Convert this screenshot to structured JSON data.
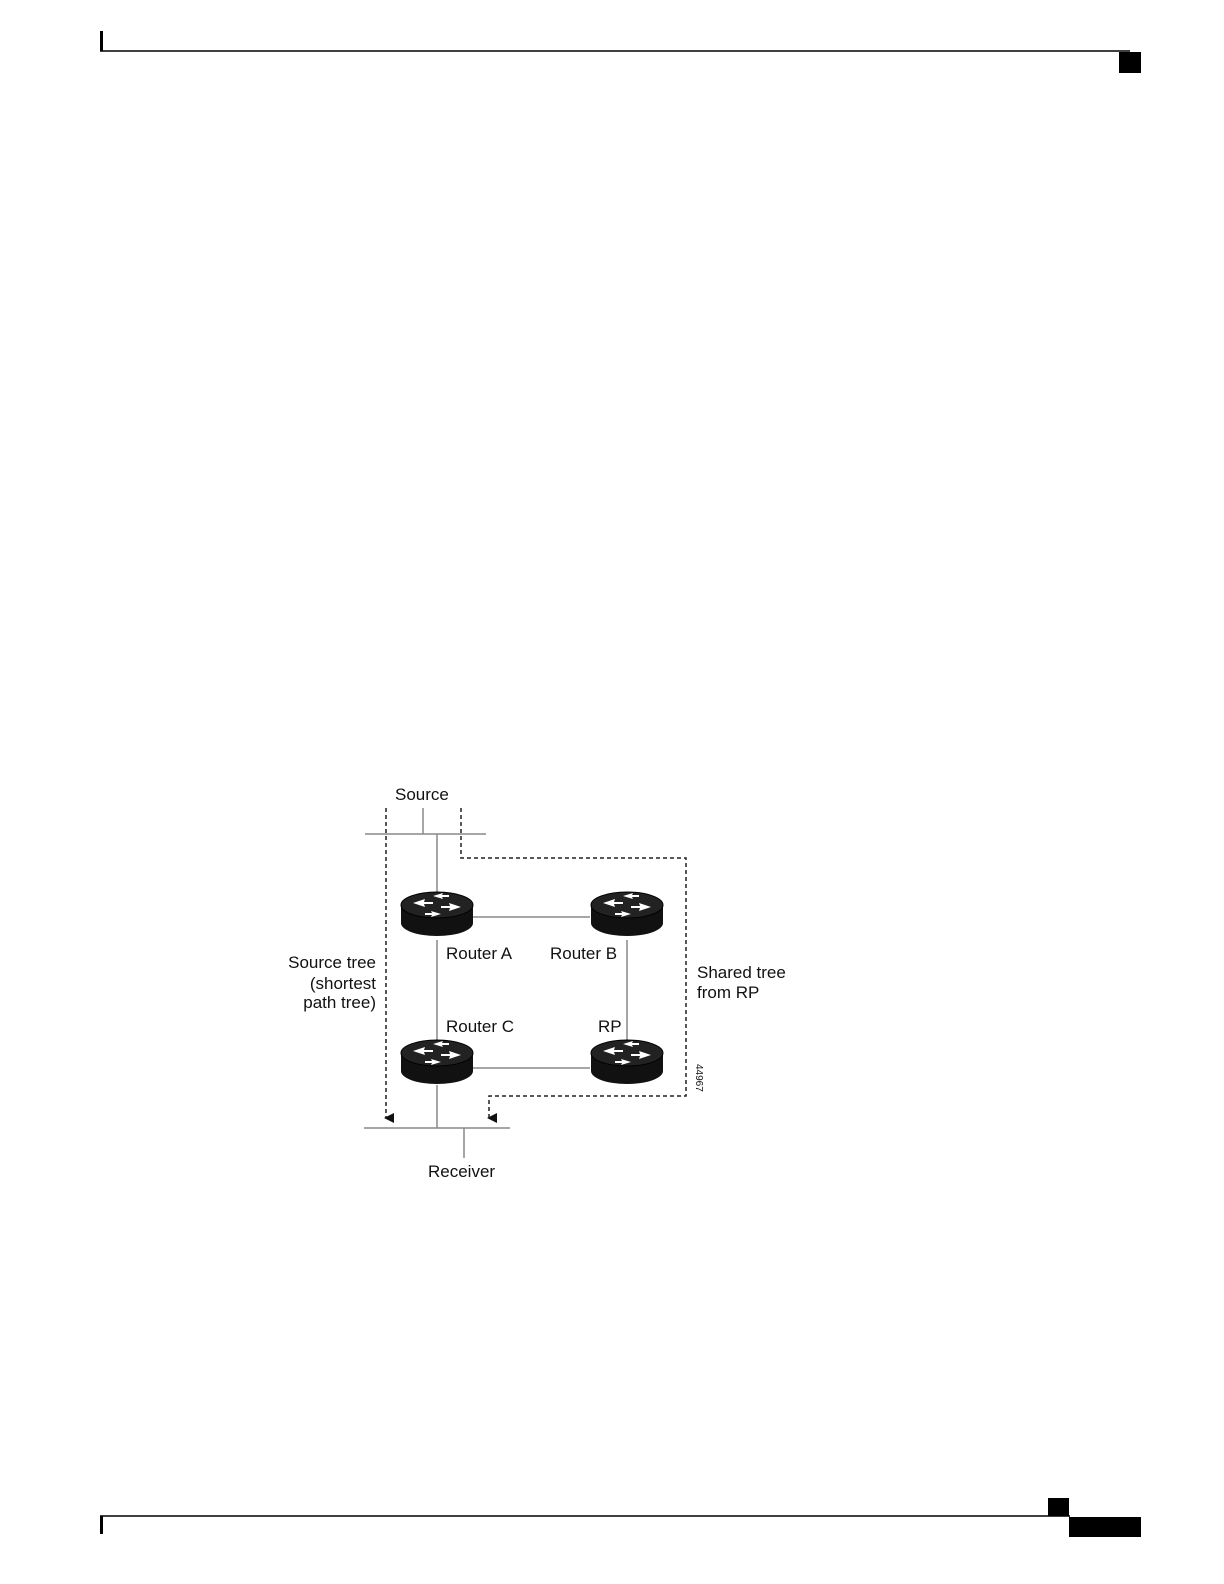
{
  "diagram": {
    "labels": {
      "source": "Source",
      "receiver": "Receiver",
      "router_a": "Router A",
      "router_b": "Router B",
      "router_c": "Router C",
      "rp": "RP",
      "source_tree_line1": "Source tree",
      "source_tree_line2": "(shortest",
      "source_tree_line3": "path tree)",
      "shared_tree_line1": "Shared tree",
      "shared_tree_line2": "from RP",
      "figure_id": "44967"
    },
    "icons": {
      "router": "router-icon"
    }
  }
}
